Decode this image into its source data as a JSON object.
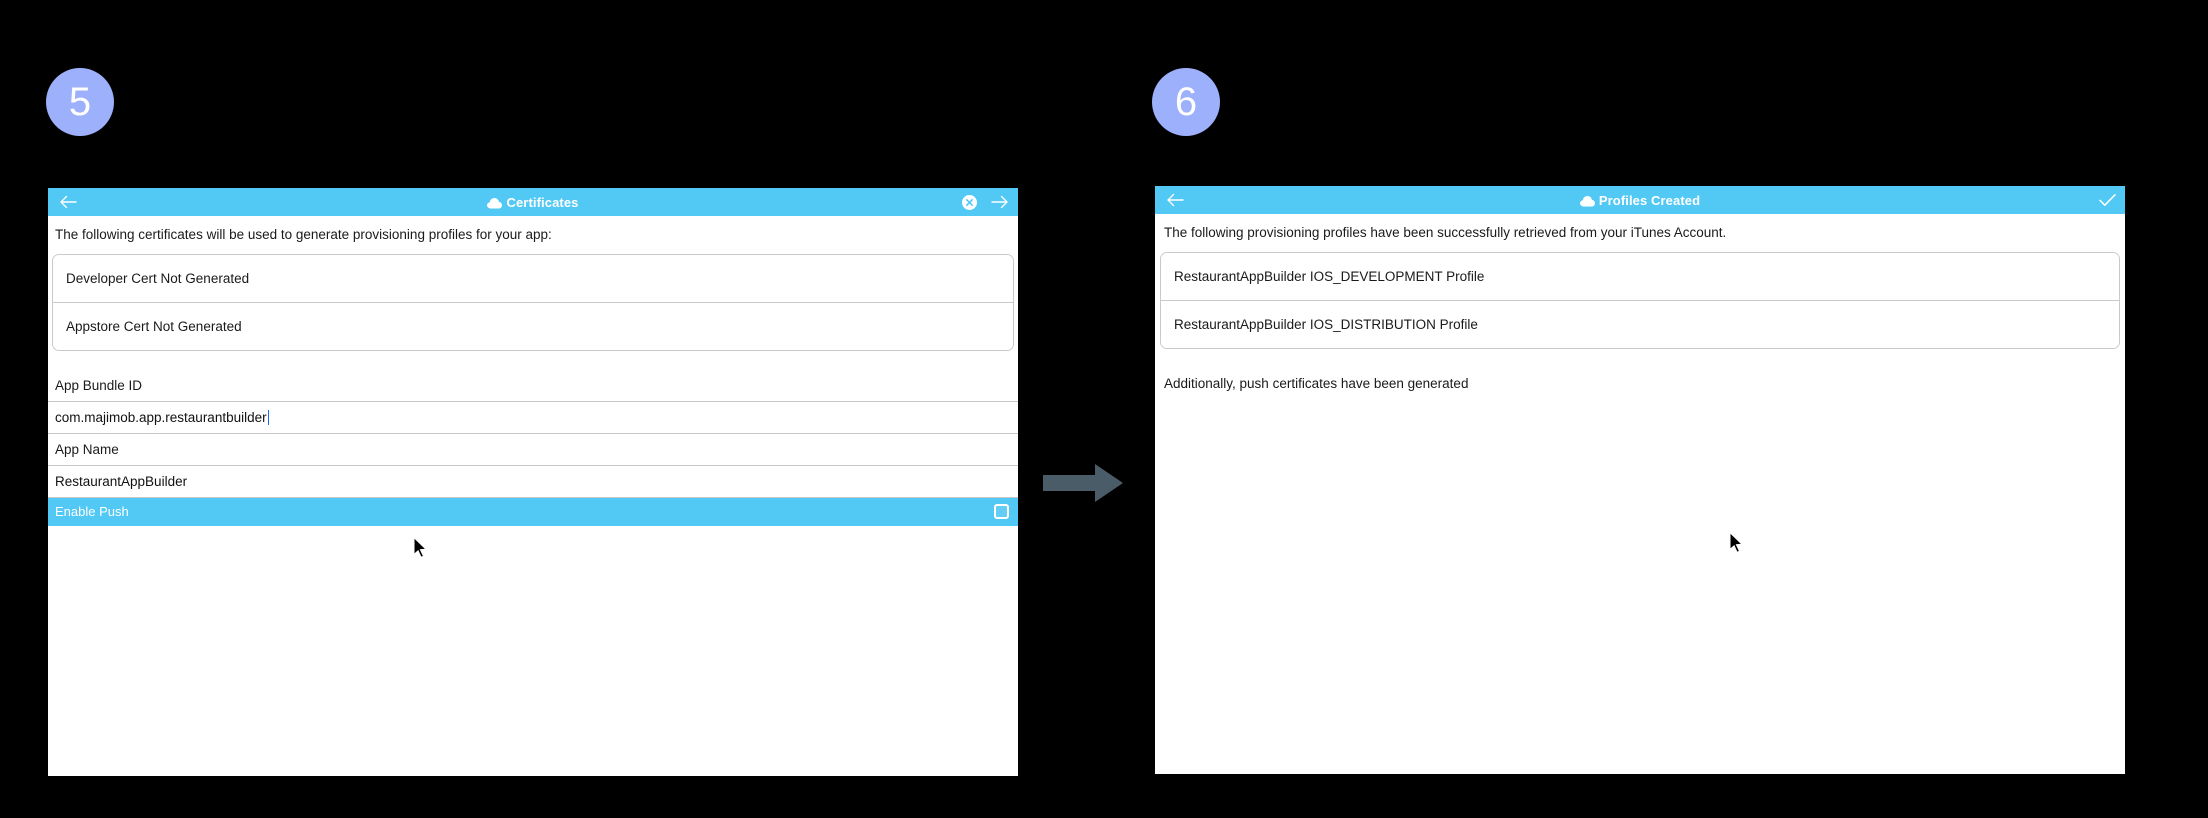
{
  "steps": [
    {
      "number": "5"
    },
    {
      "number": "6"
    }
  ],
  "colors": {
    "badge": "#9db0fb",
    "titlebar": "#52c8f5",
    "highlight_row": "#52c8f5",
    "background": "#000000",
    "panel": "#ffffff",
    "arrow": "#4a5c68",
    "text": "#1a1a1a",
    "caret": "#1f66ff"
  },
  "left_panel": {
    "titlebar": {
      "back_icon": "back-arrow-icon",
      "cloud_icon": "cloud-icon",
      "title": "Certificates",
      "close_icon": "close-circle-icon",
      "forward_icon": "forward-arrow-icon"
    },
    "intro": "The following certificates will be used to generate provisioning profiles for your app:",
    "cert_list": [
      {
        "label": "Developer Cert Not Generated"
      },
      {
        "label": "Appstore Cert Not Generated"
      }
    ],
    "form": {
      "bundle_id_label": "App Bundle ID",
      "bundle_id_value": "com.majimob.app.restaurantbuilder",
      "app_name_label": "App Name",
      "app_name_value": "RestaurantAppBuilder",
      "enable_push_label": "Enable Push",
      "enable_push_checked": false,
      "enable_push_checkbox_icon": "checkbox-unchecked-icon"
    }
  },
  "right_panel": {
    "titlebar": {
      "back_icon": "back-arrow-icon",
      "cloud_icon": "cloud-icon",
      "title": "Profiles Created",
      "confirm_icon": "checkmark-icon"
    },
    "intro": "The following provisioning profiles have been successfully retrieved from your iTunes Account.",
    "profile_list": [
      {
        "label": "RestaurantAppBuilder IOS_DEVELOPMENT Profile"
      },
      {
        "label": "RestaurantAppBuilder IOS_DISTRIBUTION Profile"
      }
    ],
    "note": "Additionally, push certificates have been generated"
  },
  "flow": {
    "arrow_icon": "right-arrow-icon"
  },
  "cursors": [
    {
      "name": "mouse-cursor-left"
    },
    {
      "name": "mouse-cursor-right"
    }
  ]
}
